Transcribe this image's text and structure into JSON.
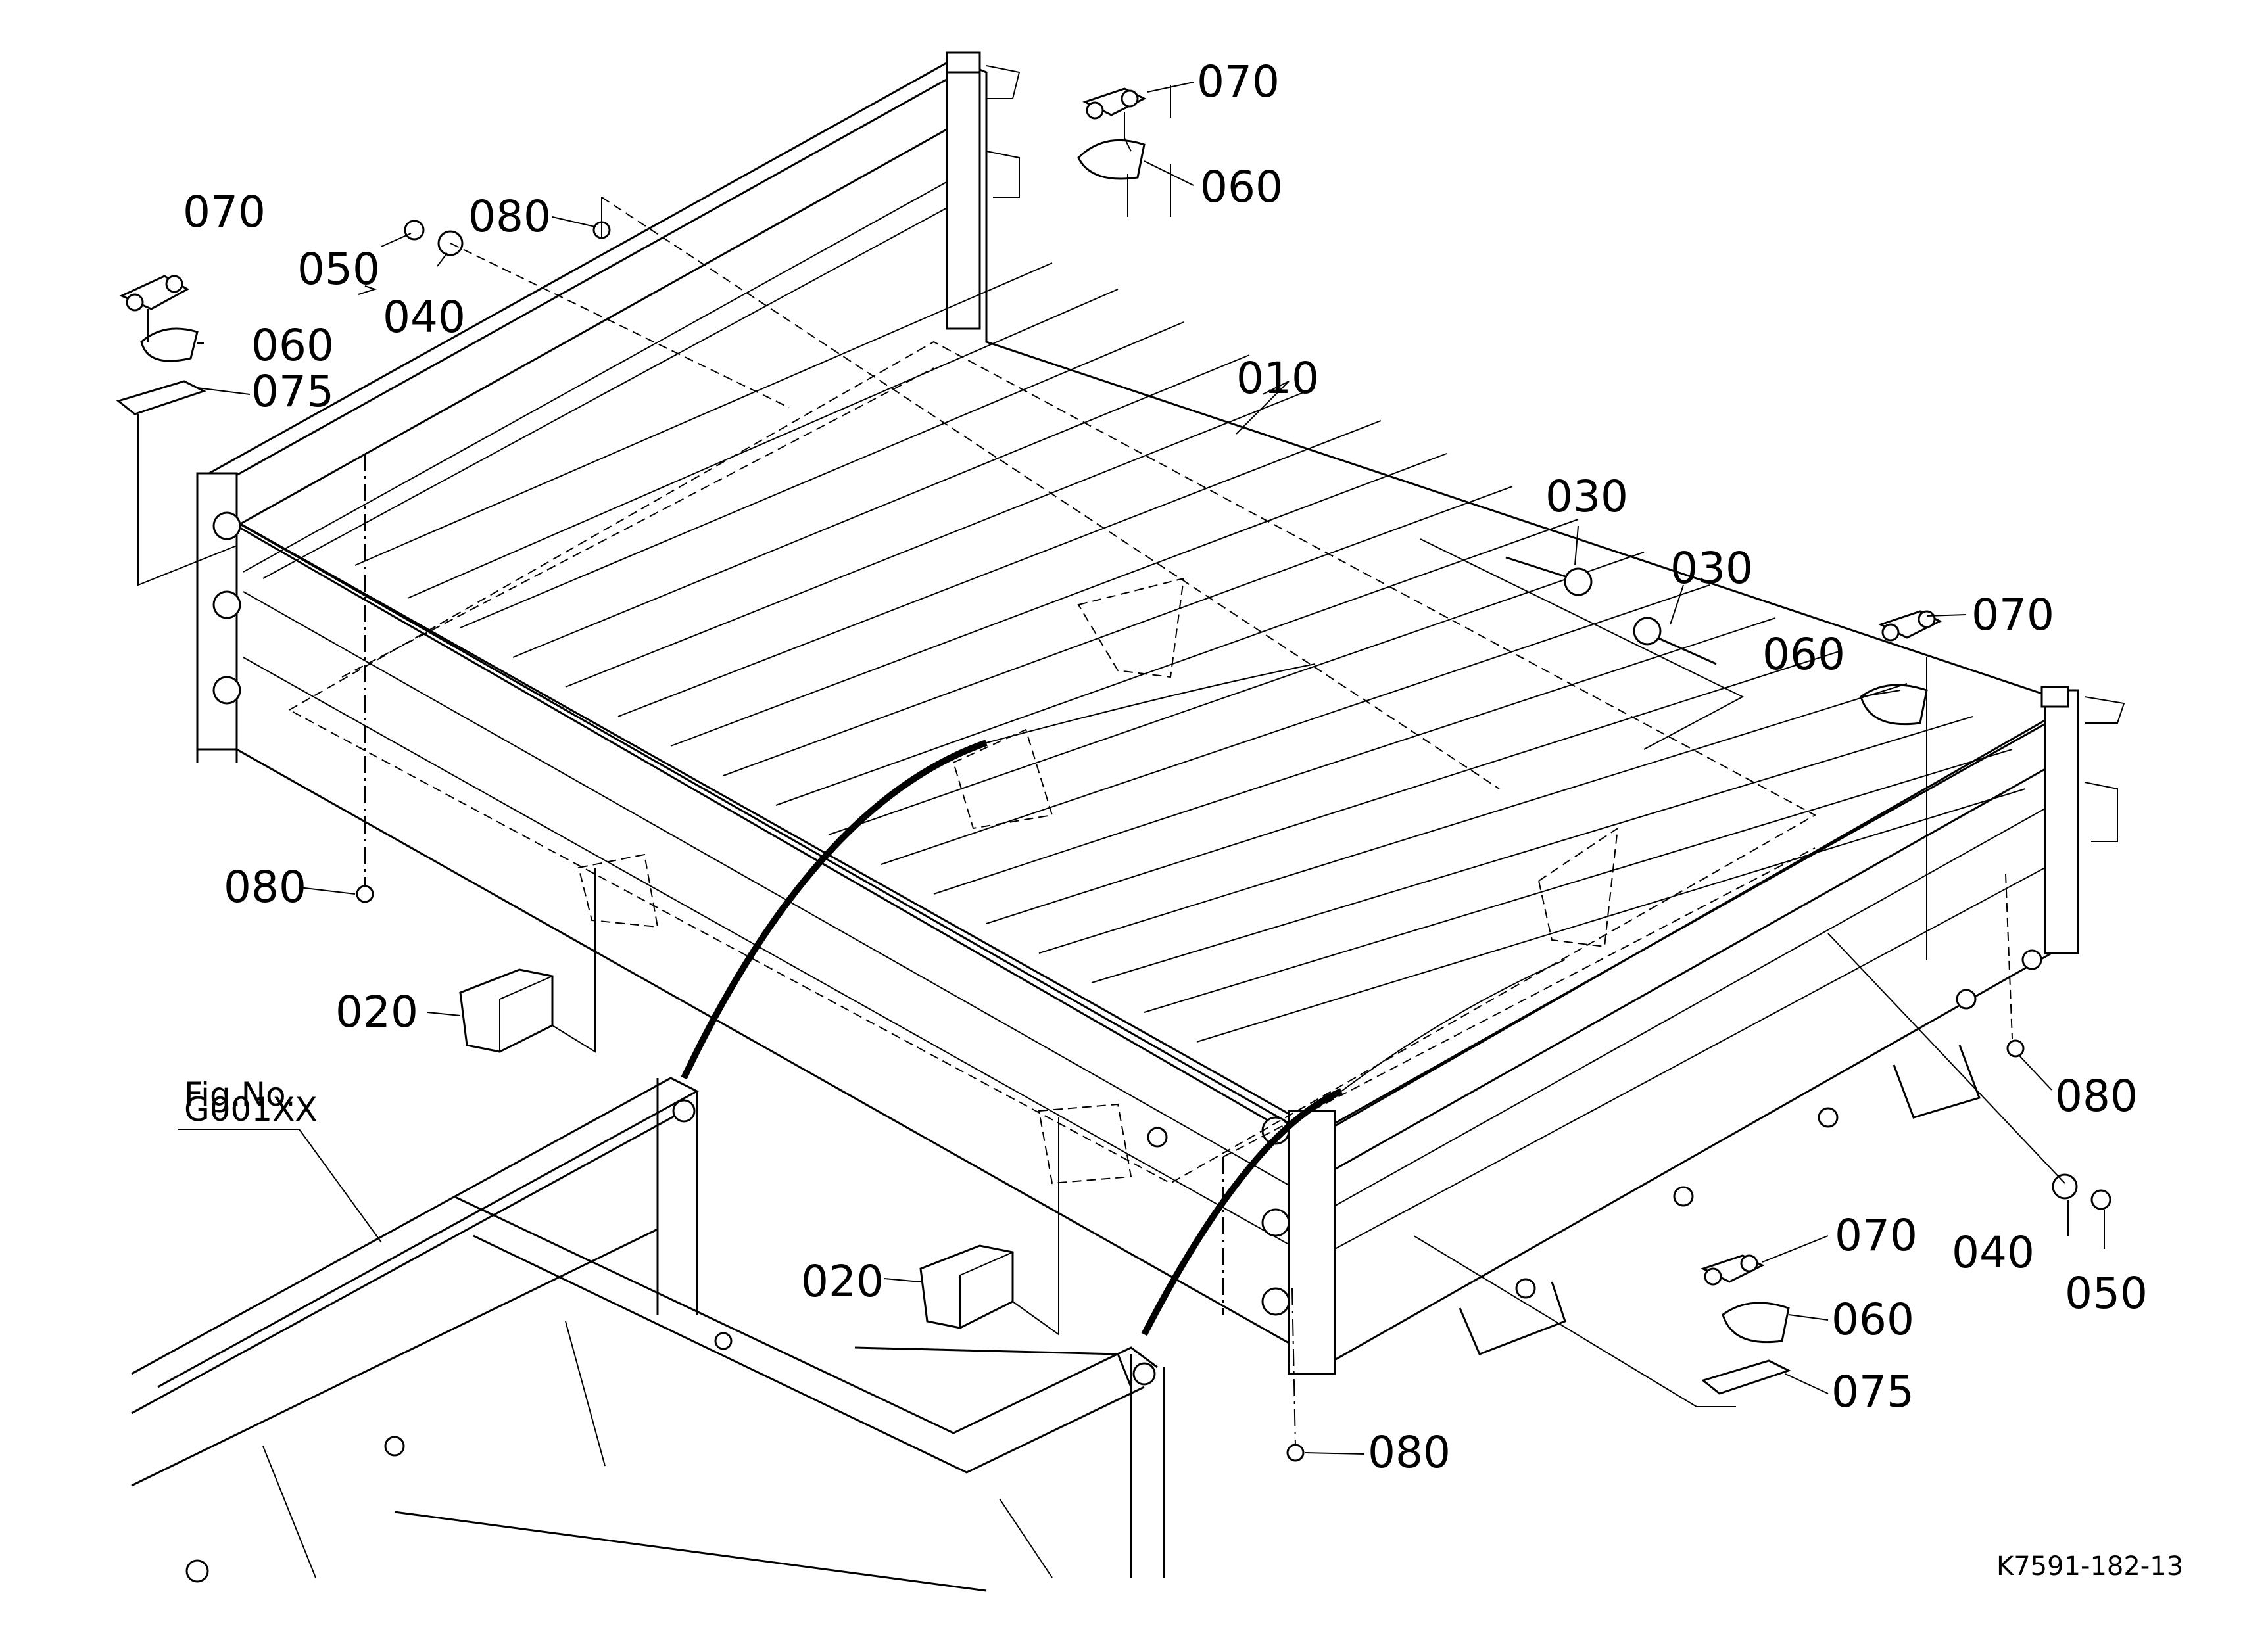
{
  "diagram": {
    "figure_reference": {
      "line1": "Fig.No.",
      "line2": "G001XX"
    },
    "drawing_code": "K7591-182-13",
    "callouts": {
      "c010": "010",
      "c020a": "020",
      "c020b": "020",
      "c030a": "030",
      "c030b": "030",
      "c040a": "040",
      "c040b": "040",
      "c050a": "050",
      "c050b": "050",
      "c060a": "060",
      "c060b": "060",
      "c060c": "060",
      "c060d": "060",
      "c070a": "070",
      "c070b": "070",
      "c070c": "070",
      "c070d": "070",
      "c075a": "075",
      "c075b": "075",
      "c080a": "080",
      "c080b": "080",
      "c080c": "080",
      "c080d": "080"
    }
  }
}
